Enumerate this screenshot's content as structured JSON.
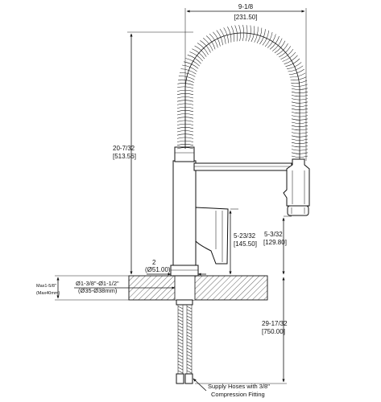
{
  "dimensions": {
    "width_in": "9-1/8",
    "width_mm": "[231.50]",
    "height_in": "20-7/32",
    "height_mm": "[513.56]",
    "spout_in": "5-23/32",
    "spout_mm": "[145.50]",
    "spray_in": "5-3/32",
    "spray_mm": "[129.80]",
    "base_in": "2",
    "base_mm": "(Ø51.00)",
    "hose_in": "29-17/32",
    "hose_mm": "[750.00]",
    "hole_in": "Ø1-3/8\"-Ø1-1/2\"",
    "hole_mm": "(Ø35-Ø38mm)",
    "deck_in": "Max1-5/8\"",
    "deck_mm": "(Max40mm)"
  },
  "callout": {
    "line1": "Supply Hoses with 3/8\"",
    "line2": "Compression Fitting"
  }
}
